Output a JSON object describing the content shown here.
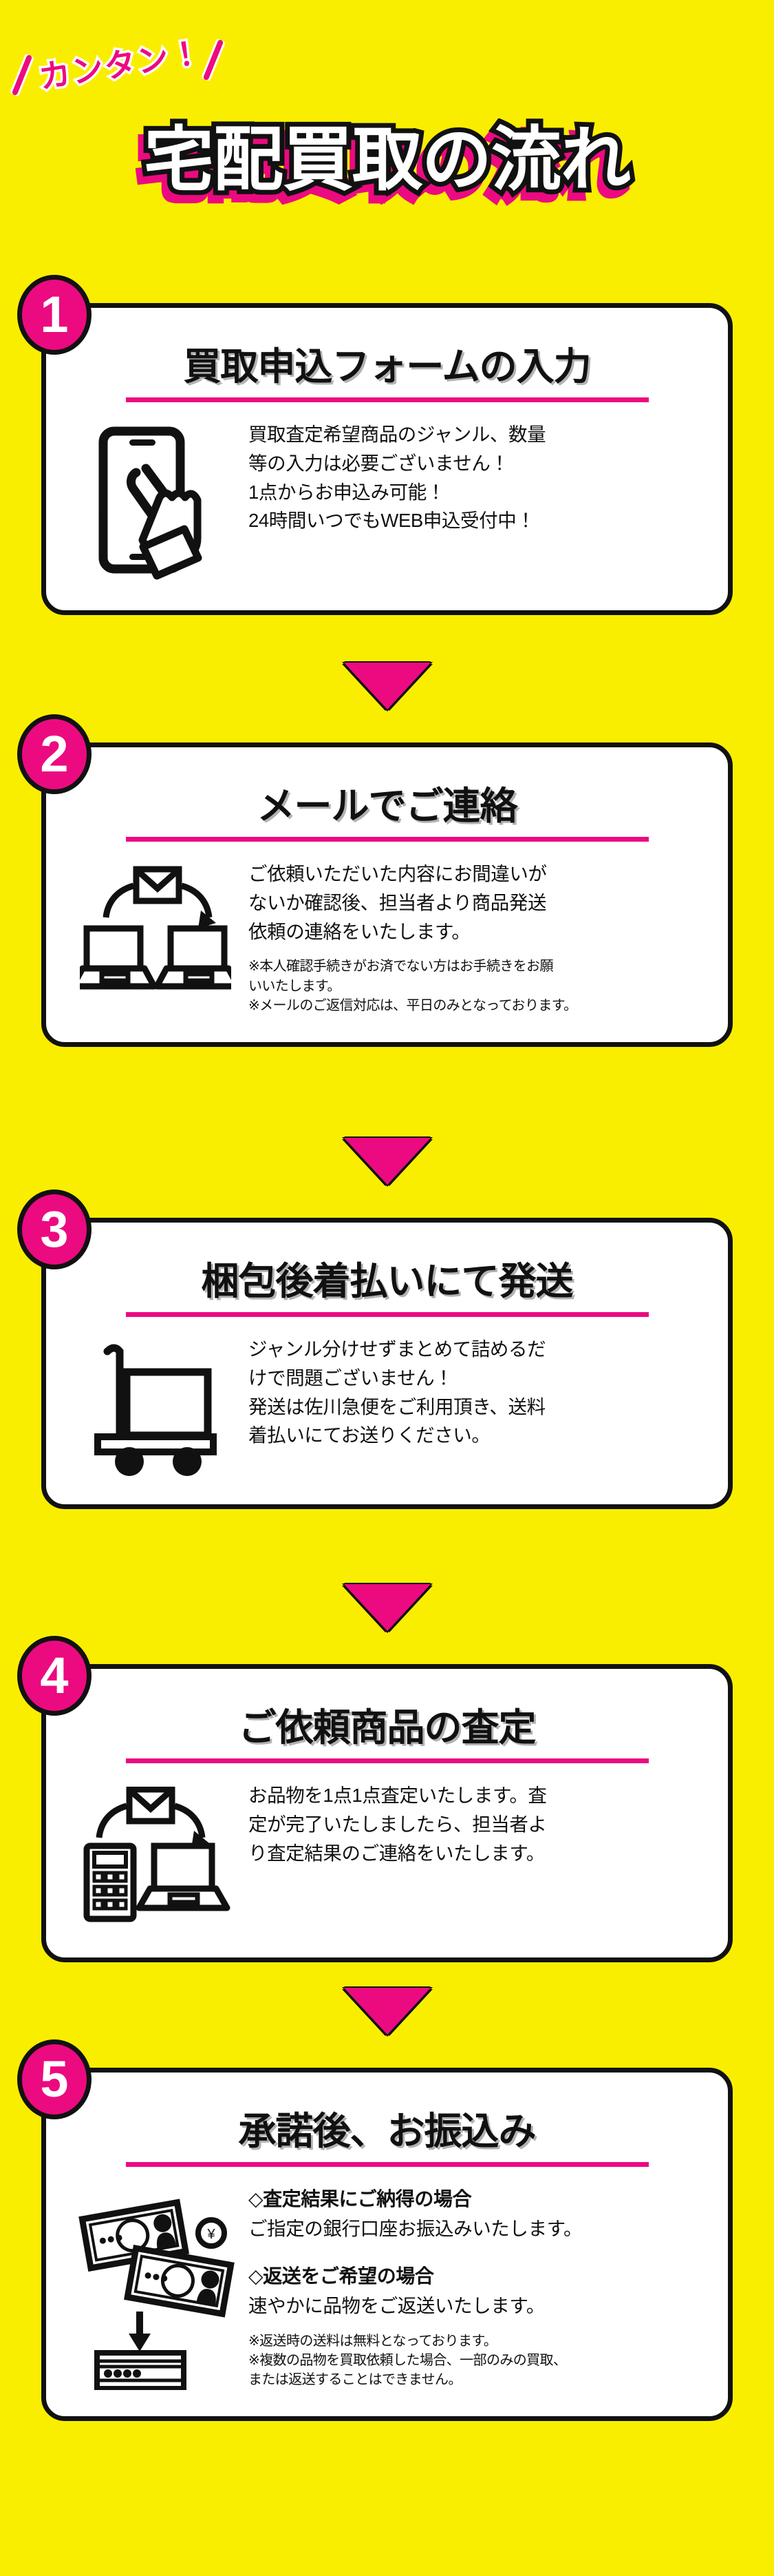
{
  "header": {
    "badge_text": "カンタン！",
    "title": "宅配買取の流れ",
    "accent_color": "#EC0A80",
    "background_color": "#FAEE00"
  },
  "steps": [
    {
      "number": "1",
      "title": "買取申込フォームの入力",
      "icon": "smartphone-tap-icon",
      "body_lines": [
        "買取査定希望商品のジャンル、数量",
        "等の入力は必要ございません！",
        "1点からお申込み可能！",
        "24時間いつでもWEB申込受付中！"
      ],
      "notes": []
    },
    {
      "number": "2",
      "title": "メールでご連絡",
      "icon": "email-between-laptops-icon",
      "body_lines": [
        "ご依頼いただいた内容にお間違いが",
        "ないか確認後、担当者より商品発送",
        "依頼の連絡をいたします。"
      ],
      "notes": [
        "※本人確認手続きがお済でない方はお手続きをお願",
        "いいたします。",
        "※メールのご返信対応は、平日のみとなっております。"
      ]
    },
    {
      "number": "3",
      "title": "梱包後着払いにて発送",
      "icon": "hand-cart-icon",
      "body_lines": [
        "ジャンル分けせずまとめて詰めるだ",
        "けで問題ございません！",
        "発送は佐川急便をご利用頂き、送料",
        "着払いにてお送りください。"
      ],
      "notes": []
    },
    {
      "number": "4",
      "title": "ご依頼商品の査定",
      "icon": "calculator-laptop-email-icon",
      "body_lines": [
        "お品物を1点1点査定いたします。査",
        "定が完了いたしましたら、担当者よ",
        "り査定結果のご連絡をいたします。"
      ],
      "notes": []
    },
    {
      "number": "5",
      "title": "承諾後、お振込み",
      "icon": "banknotes-bankbook-icon",
      "sections": [
        {
          "heading": "◇査定結果にご納得の場合",
          "lines": [
            "ご指定の銀行口座お振込みいたします。"
          ]
        },
        {
          "heading": "◇返送をご希望の場合",
          "lines": [
            "速やかに品物をご返送いたします。"
          ]
        }
      ],
      "notes": [
        "※返送時の送料は無料となっております。",
        "※複数の品物を買取依頼した場合、一部のみの買取、",
        "または返送することはできません。"
      ]
    }
  ]
}
